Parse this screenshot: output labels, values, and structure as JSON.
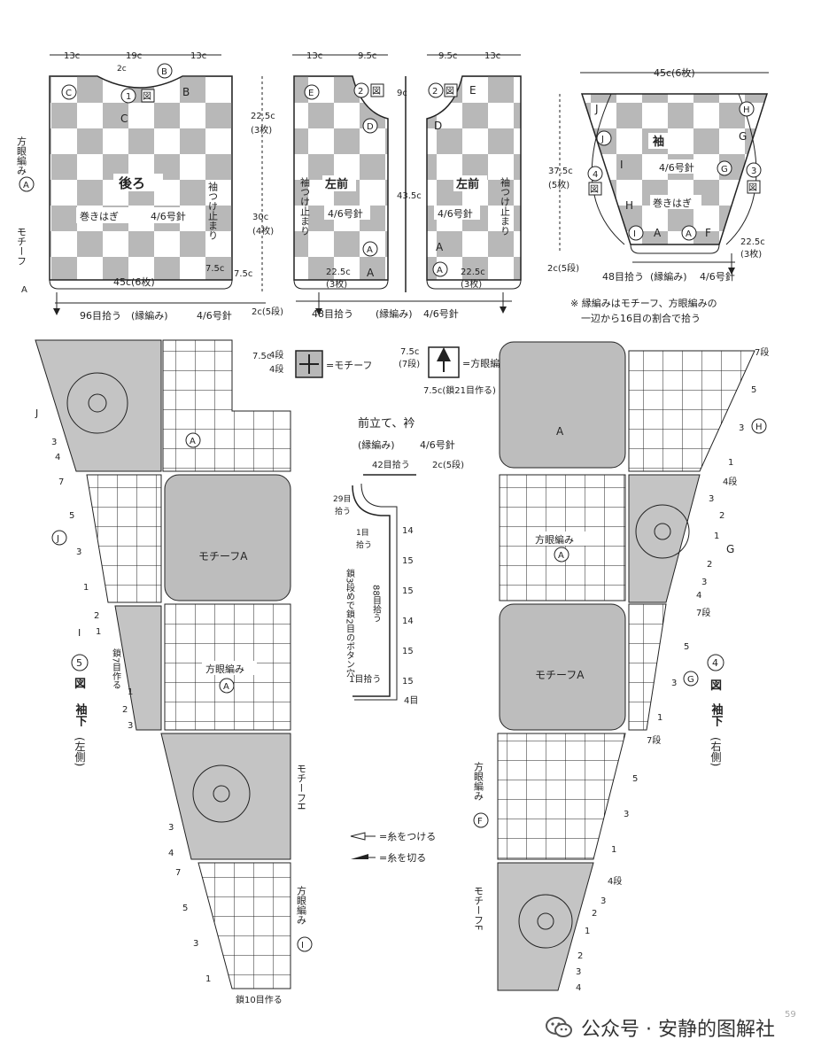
{
  "back": {
    "dim_top_left": "13c",
    "dim_top_mid": "19c",
    "dim_top_right": "13c",
    "dim_neck": "2c",
    "dim_upper": "22.5c",
    "dim_upper_count": "(3枚)",
    "dim_lower": "30c",
    "dim_lower_count": "(4枚)",
    "dim_width": "45c(6枚)",
    "dim_side": "7.5c",
    "dim_bottom_side": "7.5c",
    "dim_edge": "2c(5段)",
    "label": "後ろ",
    "needle": "4/6号針",
    "join": "巻きはぎ",
    "sleeve_stop": "袖つけ止まり",
    "label_c": "C",
    "label_b": "B",
    "circ_c": "C",
    "circ_b": "B",
    "circ_1": "1",
    "fig_text": "図",
    "side_label_1": "方眼編み",
    "side_label_a": "A",
    "side_label_2": "モチーフ",
    "side_label_a2": "A",
    "pick": "96目拾う",
    "edge": "(縁編み)",
    "edge_needle": "4/6号針"
  },
  "left_front": {
    "dim_top_left": "13c",
    "dim_top_right": "9.5c",
    "dim_neck": "9c",
    "circ_e": "E",
    "circ_2": "2",
    "fig_text": "図",
    "circ_d": "D",
    "label": "左前",
    "needle": "4/6号針",
    "sleeve_stop": "袖つけ止まり",
    "circ_a": "A",
    "dim_bottom": "22.5c",
    "dim_bottom_count": "(3枚)",
    "label_a": "A",
    "dim_height": "43.5c",
    "pick": "48目拾う",
    "edge": "(縁編み)",
    "edge_needle": "4/6号針"
  },
  "right_front": {
    "dim_top_left": "9.5c",
    "dim_top_right": "13c",
    "circ_2": "2",
    "fig_text": "図",
    "label_e": "E",
    "label_d": "D",
    "label": "左前",
    "needle": "4/6号針",
    "sleeve_stop": "袖つけ止まり",
    "label_a": "A",
    "circ_a": "A",
    "dim_bottom": "22.5c",
    "dim_bottom_count": "(3枚)"
  },
  "sleeve": {
    "dim_top": "45c(6枚)",
    "dim_height": "37.5c",
    "dim_height_count": "(5枚)",
    "label_j": "J",
    "circ_h": "H",
    "circ_j": "J",
    "label_g": "G",
    "circ_g": "G",
    "label": "袖",
    "label_i": "I",
    "needle": "4/6号針",
    "circ_4": "4",
    "fig_text_4": "図",
    "circ_3": "3",
    "fig_text_3": "図",
    "label_h": "H",
    "join": "巻きはぎ",
    "circ_i": "I",
    "label_a": "A",
    "circ_a": "A",
    "label_f": "F",
    "dim_cuff": "22.5c",
    "dim_cuff_count": "(3枚)",
    "dim_edge": "2c(5段)",
    "pick": "48目拾う",
    "edge": "(縁編み)",
    "edge_needle": "4/6号針",
    "note_1": "※ 縁編みはモチーフ、方眼編みの",
    "note_2": "一辺から16目の割合で拾う"
  },
  "legend": {
    "motif_dim": "7.5c",
    "motif_rows_a": "4段",
    "motif_rows_b": "4段",
    "motif_eq": "=モチーフ",
    "mesh_dim": "7.5c",
    "mesh_rows": "(7段)",
    "mesh_eq": "=方眼編み",
    "mesh_chain": "7.5c(鎖21目作る)",
    "attach": "=糸をつける",
    "cut": "=糸を切る"
  },
  "placket": {
    "title": "前立て、衿",
    "edge": "(縁編み)",
    "needle": "4/6号針",
    "pick_top": "42目拾う",
    "dim_edge": "2c(5段)",
    "pick_corner": "29目",
    "pick_corner_2": "拾う",
    "pick_one": "1目",
    "pick_one_2": "拾う",
    "buttonhole": "鎖3段めで鎖2目のボタン穴",
    "pick_side": "88目拾う",
    "pick_one_b": "1目拾う",
    "counts": [
      "14",
      "15",
      "15",
      "14",
      "15",
      "15",
      "4目"
    ]
  },
  "left_detail": {
    "label_j": "J",
    "rows_top": [
      "3",
      "4"
    ],
    "circ_j": "J",
    "rows_mid": [
      "7",
      "5",
      "3",
      "1"
    ],
    "label_i": "I",
    "rows_i": [
      "2",
      "1"
    ],
    "chain_note": "鎖7目作る",
    "rows_i_low": [
      "1",
      "2",
      "3"
    ],
    "label_a": "A",
    "mesh": "方眼編み",
    "circ_a": "A",
    "motif_a": "モチーフA",
    "fig_no": "5",
    "fig": "図",
    "name": "袖下",
    "side": "(左側)",
    "motif_h": "モチーフH",
    "rows_h": [
      "3",
      "4"
    ],
    "rows_bottom": [
      "7",
      "5",
      "3",
      "1"
    ],
    "mesh_i": "方眼編み",
    "circ_i": "I",
    "chain_start": "鎖10目作る"
  },
  "right_detail": {
    "rows_top": [
      "7段",
      "5",
      "3",
      "1"
    ],
    "circ_h": "H",
    "label_a": "A",
    "rows_g": [
      "4段",
      "3",
      "2",
      "1",
      "2",
      "3",
      "4"
    ],
    "label_g": "G",
    "mesh": "方眼編み",
    "circ_a": "A",
    "motif_a": "モチーフA",
    "rows_mid": [
      "7段",
      "5",
      "3",
      "1"
    ],
    "circ_g": "G",
    "fig_no": "4",
    "fig": "図",
    "name": "袖下",
    "side": "(右側)",
    "rows_low": [
      "7段",
      "5",
      "3",
      "1"
    ],
    "mesh_f": "方眼編み",
    "circ_f": "F",
    "rows_f": [
      "4段",
      "3",
      "2",
      "1",
      "2",
      "3",
      "4"
    ],
    "motif_f": "モチーフF"
  },
  "footer": {
    "watermark": "公众号 · 安静的图解社",
    "page": "59"
  }
}
